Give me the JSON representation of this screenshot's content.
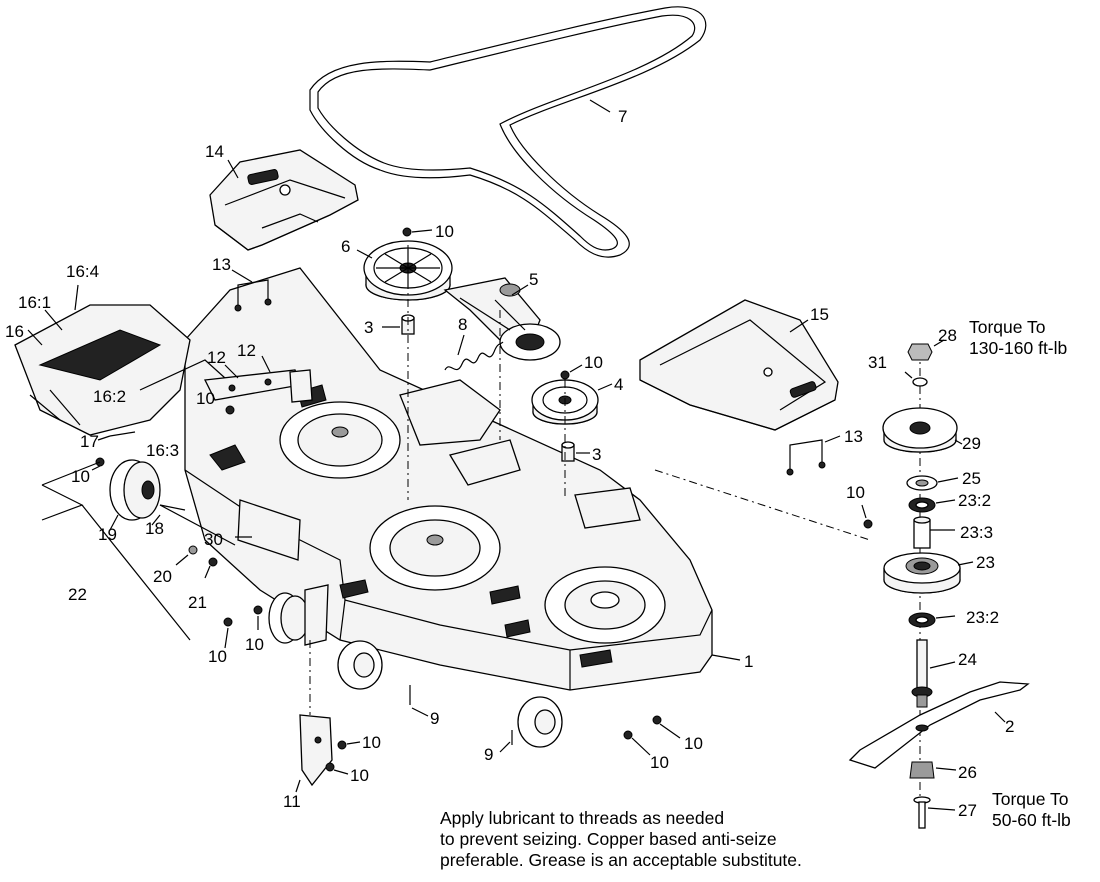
{
  "callouts": {
    "c1": "1",
    "c2": "2",
    "c3a": "3",
    "c3b": "3",
    "c4": "4",
    "c5": "5",
    "c6": "6",
    "c7": "7",
    "c8": "8",
    "c9a": "9",
    "c9b": "9",
    "c10a": "10",
    "c10b": "10",
    "c10c": "10",
    "c10d": "10",
    "c10e": "10",
    "c10f": "10",
    "c10g": "10",
    "c10h": "10",
    "c10i": "10",
    "c10j": "10",
    "c10k": "10",
    "c11": "11",
    "c12a": "12",
    "c12b": "12",
    "c13a": "13",
    "c13b": "13",
    "c14": "14",
    "c15": "15",
    "c16": "16",
    "c16_1": "16:1",
    "c16_2": "16:2",
    "c16_3": "16:3",
    "c16_4": "16:4",
    "c17": "17",
    "c18": "18",
    "c19": "19",
    "c20": "20",
    "c21": "21",
    "c22": "22",
    "c23": "23",
    "c23_2a": "23:2",
    "c23_2b": "23:2",
    "c23_3": "23:3",
    "c24": "24",
    "c25": "25",
    "c26": "26",
    "c27": "27",
    "c28": "28",
    "c29": "29",
    "c30": "30",
    "c31": "31"
  },
  "torque_top": {
    "line1": "Torque To",
    "line2": "130-160 ft-lb"
  },
  "torque_bottom": {
    "line1": "Torque To",
    "line2": "50-60 ft-lb"
  },
  "note": {
    "line1": "Apply lubricant to threads as needed",
    "line2": "to prevent seizing. Copper based anti-seize",
    "line3": "preferable. Grease is an acceptable substitute."
  }
}
